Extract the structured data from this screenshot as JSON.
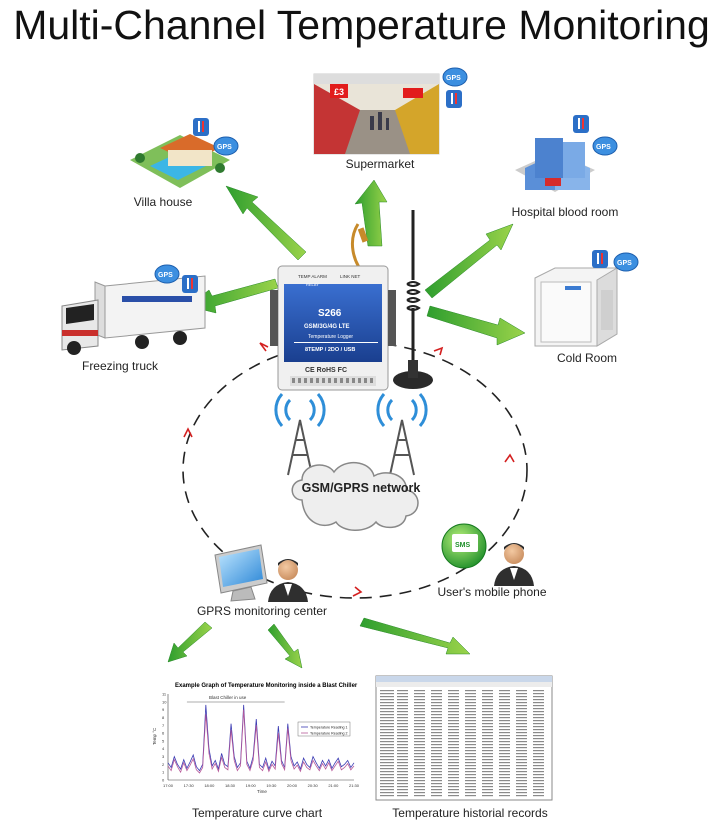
{
  "title": "Multi-Channel Temperature Monitoring",
  "nodes": {
    "supermarket": "Supermarket",
    "villa": "Villa house",
    "hospital": "Hospital blood room",
    "truck": "Freezing truck",
    "cold_room": "Cold Room",
    "network": "GSM/GPRS network",
    "monitoring_center": "GPRS monitoring center",
    "mobile": "User's mobile phone",
    "curve_chart": "Temperature curve chart",
    "history": "Temperature historial records"
  },
  "badges": {
    "gps": "GPS",
    "sms": "SMS"
  },
  "device": {
    "model": "S266",
    "line1": "GSM/3G/4G LTE",
    "line2": "Temperature Logger",
    "line3": "8TEMP / 2DO / USB",
    "marks": "CE RoHS FC",
    "top_left": "TEMP ALARM",
    "top_right": "LINK NET",
    "relay": "RELAY"
  },
  "supermarket_sign": "£3",
  "chart_data": {
    "type": "line",
    "title": "Example Graph of Temperature Monitoring inside a Blast Chiller",
    "annotation": "Blast Chiller in use",
    "xlabel": "Time",
    "ylabel": "Temp °C",
    "x_ticks": [
      "17:00",
      "17:30",
      "18:00",
      "18:30",
      "19:00",
      "19:30",
      "20:00",
      "20:30",
      "21:00",
      "21:30"
    ],
    "y_ticks": [
      "0",
      "1",
      "2",
      "3",
      "4",
      "5",
      "6",
      "7",
      "8",
      "9",
      "10",
      "11"
    ],
    "ylim": [
      0,
      11
    ],
    "x": [
      0,
      1,
      2,
      3,
      4,
      5,
      6,
      7,
      8,
      9,
      10,
      11,
      12,
      13,
      14,
      15,
      16,
      17,
      18,
      19,
      20,
      21,
      22,
      23,
      24,
      25,
      26,
      27,
      28,
      29,
      30,
      31,
      32,
      33,
      34,
      35,
      36,
      37,
      38,
      39,
      40,
      41,
      42,
      43,
      44,
      45,
      46,
      47,
      48,
      49,
      50,
      51,
      52,
      53,
      54,
      55,
      56,
      57,
      58,
      59
    ],
    "series": [
      {
        "name": "Temperature Reading 1",
        "color": "#3b3bb3",
        "values": [
          2.2,
          1.6,
          3.0,
          2.0,
          1.4,
          2.6,
          1.5,
          2.3,
          3.2,
          1.7,
          1.2,
          2.0,
          9.6,
          4.0,
          1.8,
          2.5,
          1.4,
          3.4,
          2.0,
          1.7,
          7.2,
          3.0,
          1.6,
          2.2,
          9.6,
          2.4,
          1.5,
          3.0,
          7.8,
          2.0,
          1.6,
          2.8,
          1.4,
          2.4,
          1.8,
          6.9,
          2.5,
          1.6,
          7.2,
          3.0,
          1.8,
          2.3,
          1.4,
          2.8,
          2.0,
          1.6,
          3.0,
          2.2,
          1.5,
          2.5,
          1.8,
          2.6,
          1.5,
          2.2,
          2.8,
          1.7,
          2.0,
          2.5,
          1.6,
          2.2
        ]
      },
      {
        "name": "Temperature Reading 2",
        "color": "#b85a9a",
        "values": [
          1.8,
          1.2,
          2.6,
          1.7,
          1.0,
          2.2,
          1.2,
          1.9,
          2.7,
          1.3,
          0.9,
          1.6,
          8.4,
          3.4,
          1.4,
          2.1,
          1.1,
          2.9,
          1.6,
          1.3,
          6.4,
          2.5,
          1.2,
          1.8,
          9.0,
          2.0,
          1.2,
          2.5,
          7.0,
          1.6,
          1.2,
          2.3,
          1.1,
          2.0,
          1.4,
          6.0,
          2.1,
          1.3,
          6.6,
          2.5,
          1.4,
          1.9,
          1.1,
          2.3,
          1.6,
          1.3,
          2.5,
          1.8,
          1.2,
          2.1,
          1.4,
          2.2,
          1.2,
          1.8,
          2.4,
          1.3,
          1.6,
          2.1,
          1.3,
          1.8
        ]
      }
    ]
  }
}
